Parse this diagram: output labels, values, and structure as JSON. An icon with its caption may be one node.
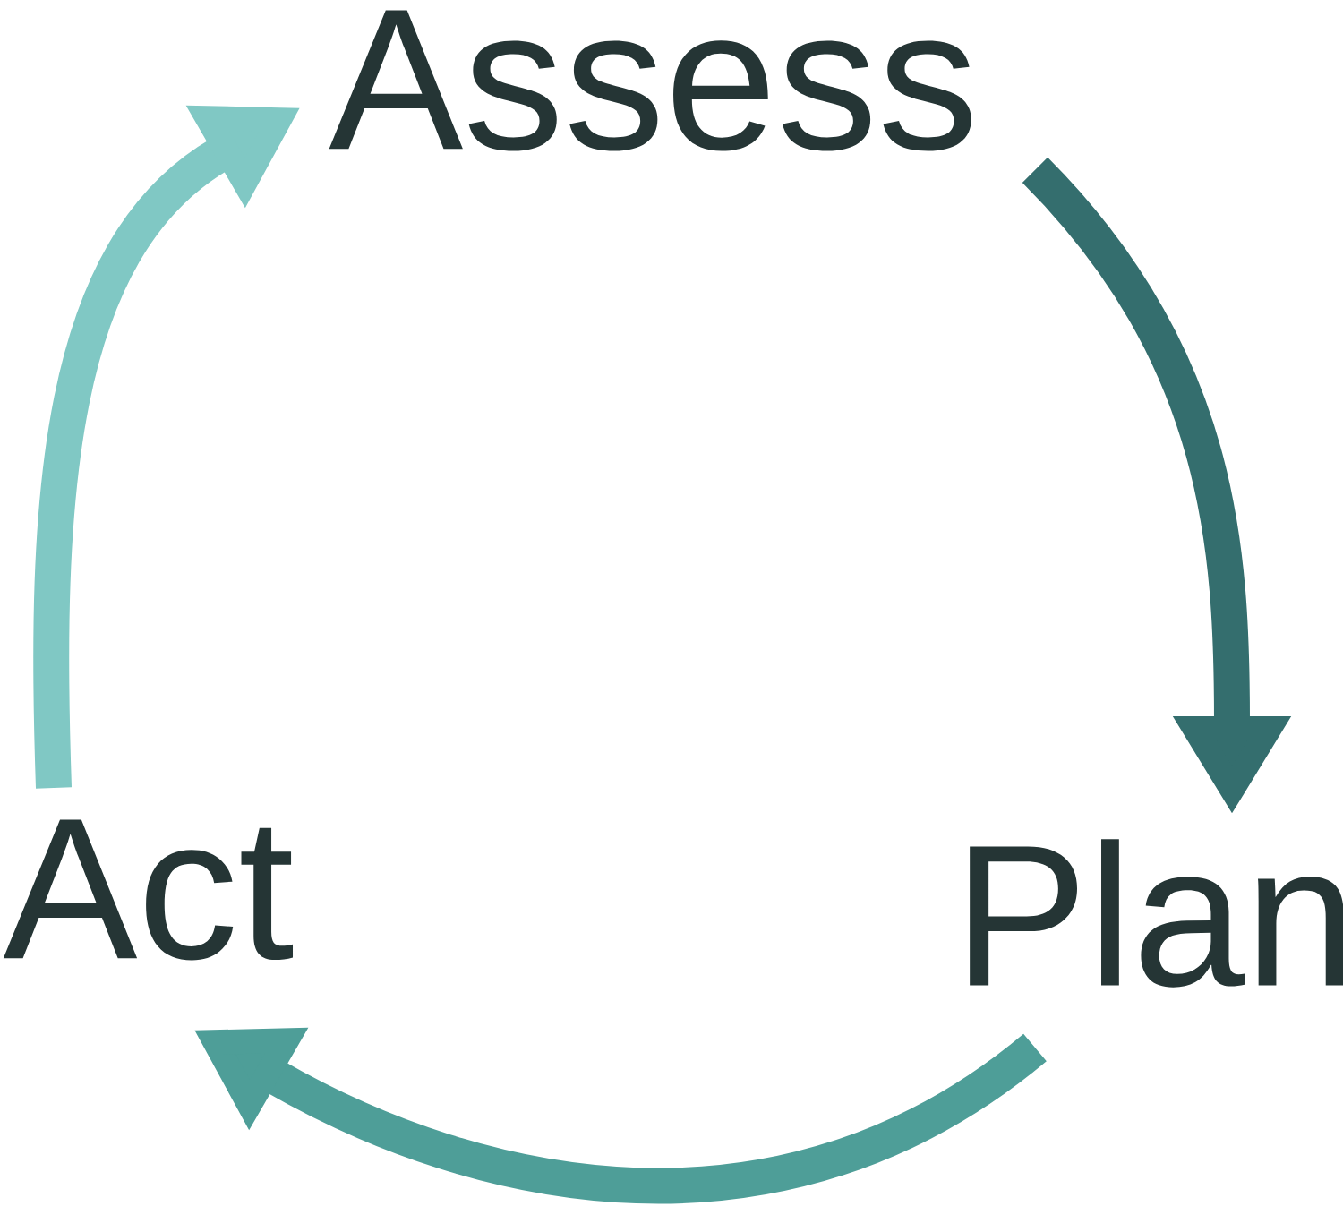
{
  "diagram": {
    "nodes": [
      {
        "text": [
          "Assess"
        ]
      },
      {
        "text": [
          "Plan"
        ]
      },
      {
        "text": [
          "Act"
        ]
      }
    ],
    "edges": [
      {
        "from": 0,
        "to": 1,
        "arrow": "to",
        "color": "#346e6e"
      },
      {
        "from": 1,
        "to": 2,
        "arrow": "to",
        "color": "#4e9e98"
      },
      {
        "from": 2,
        "to": 0,
        "arrow": "to",
        "color": "#80c8c4"
      }
    ]
  }
}
